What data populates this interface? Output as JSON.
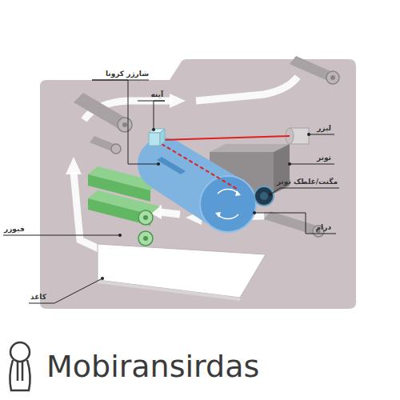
{
  "diagram": {
    "labels": [
      "شارژر کرونا",
      "آینه",
      "لیزر",
      "تونر",
      "مگنت/غلطک تونر",
      "درام",
      "فیوزر",
      "کاغذ",
      "Mobiransirdas"
    ]
  }
}
